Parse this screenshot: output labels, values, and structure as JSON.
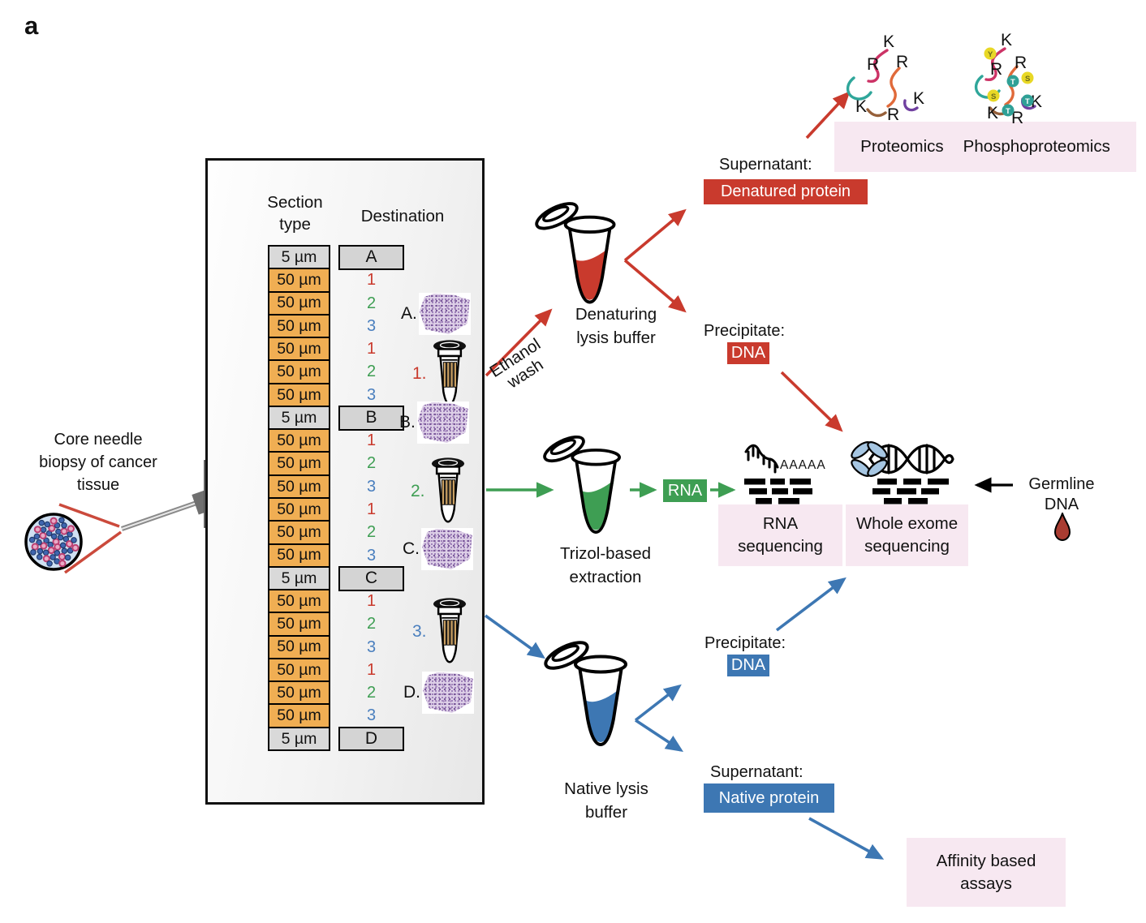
{
  "panel_label": "a",
  "colors": {
    "red": "#c93a2d",
    "green": "#3e9e53",
    "blue": "#3d77b3",
    "numblue": "#4a7fbe",
    "pink": "#f7e8f1",
    "orange": "#f0ae53",
    "graycell": "#d9d9d9",
    "letterbox": "#d4d4d4",
    "tan": "#c9a063",
    "drop": "#a93c31",
    "bow": "#a6c6e2"
  },
  "biopsy": {
    "lines": [
      "Core needle",
      "biopsy of cancer",
      "tissue"
    ]
  },
  "slide_box": {
    "headers": {
      "section_type_line1": "Section",
      "section_type_line2": "type",
      "destination": "Destination"
    },
    "rows": [
      {
        "thickness": "5 µm",
        "dest": "A"
      },
      {
        "thickness": "50 µm",
        "dest": "1"
      },
      {
        "thickness": "50 µm",
        "dest": "2"
      },
      {
        "thickness": "50 µm",
        "dest": "3"
      },
      {
        "thickness": "50 µm",
        "dest": "1"
      },
      {
        "thickness": "50 µm",
        "dest": "2"
      },
      {
        "thickness": "50 µm",
        "dest": "3"
      },
      {
        "thickness": "5 µm",
        "dest": "B"
      },
      {
        "thickness": "50 µm",
        "dest": "1"
      },
      {
        "thickness": "50 µm",
        "dest": "2"
      },
      {
        "thickness": "50 µm",
        "dest": "3"
      },
      {
        "thickness": "50 µm",
        "dest": "1"
      },
      {
        "thickness": "50 µm",
        "dest": "2"
      },
      {
        "thickness": "50 µm",
        "dest": "3"
      },
      {
        "thickness": "5 µm",
        "dest": "C"
      },
      {
        "thickness": "50 µm",
        "dest": "1"
      },
      {
        "thickness": "50 µm",
        "dest": "2"
      },
      {
        "thickness": "50 µm",
        "dest": "3"
      },
      {
        "thickness": "50 µm",
        "dest": "1"
      },
      {
        "thickness": "50 µm",
        "dest": "2"
      },
      {
        "thickness": "50 µm",
        "dest": "3"
      },
      {
        "thickness": "5 µm",
        "dest": "D"
      }
    ],
    "specimens": {
      "a": "A.",
      "b": "B.",
      "c": "C.",
      "d": "D."
    },
    "tubes": {
      "t1": "1.",
      "t2": "2.",
      "t3": "3."
    }
  },
  "red_branch": {
    "wash_line1": "Ethanol",
    "wash_line2": "wash",
    "tube_line1": "Denaturing",
    "tube_line2": "lysis buffer",
    "supernatant_label": "Supernatant:",
    "supernatant_value": "Denatured protein",
    "precipitate_label": "Precipitate:",
    "precipitate_value": "DNA",
    "output1": "Proteomics",
    "output2": "Phosphoproteomics"
  },
  "green_branch": {
    "tube_line1": "Trizol-based",
    "tube_line2": "extraction",
    "rna_badge": "RNA",
    "poly_a": "AAAAA",
    "output_line1": "RNA",
    "output_line2": "sequencing"
  },
  "wes": {
    "output_line1": "Whole exome",
    "output_line2": "sequencing",
    "germline_line1": "Germline",
    "germline_line2": "DNA"
  },
  "blue_branch": {
    "tube_line1": "Native lysis",
    "tube_line2": "buffer",
    "precipitate_label": "Precipitate:",
    "precipitate_value": "DNA",
    "supernatant_label": "Supernatant:",
    "supernatant_value": "Native protein",
    "output_line1": "Affinity based",
    "output_line2": "assays"
  },
  "proteins": {
    "plain": {
      "residues": [
        "K",
        "R",
        "R",
        "K",
        "R",
        "K"
      ]
    },
    "phospho": {
      "residues": [
        "K",
        "R",
        "R",
        "K",
        "K",
        "R"
      ],
      "mods": [
        "Y",
        "S",
        "T",
        "S",
        "T",
        "T"
      ]
    }
  }
}
